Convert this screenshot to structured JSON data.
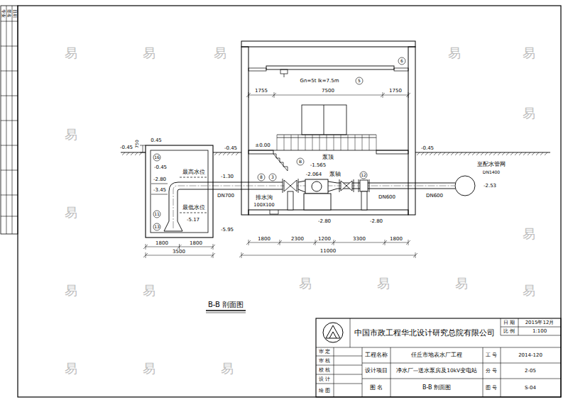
{
  "diagram": {
    "labels": [
      "专业",
      "签名",
      "日期",
      "Gn=5t lk=7.5m",
      "5",
      "6",
      "1755",
      "7500",
      "1750",
      "-0.45",
      "0.45",
      "750",
      "16",
      "-0.45",
      "最高水位",
      "-2.80",
      "-3.45",
      "最低水位",
      "11",
      "-5.17",
      "13",
      "-0.45",
      "±0.00",
      "-1.30",
      "DN700",
      "-5.95",
      "8",
      "3",
      "B",
      "泵顶",
      "-1.565",
      "-2.064",
      "泵轴",
      "12",
      "排水沟",
      "100X100",
      "-2.80",
      "-2.80",
      "DN600",
      "DN600",
      "-0.45",
      "至配水管网",
      "DN1400",
      "-2.53",
      "1800",
      "1800",
      "3500",
      "1800",
      "2300",
      "1200",
      "3300",
      "1800",
      "11000",
      "B-B 剖面图",
      "中国市政工程华北设计研究总院有限公司",
      "日 期",
      "2015年12月",
      "比 例",
      "1:100",
      "审 定",
      "审 核",
      "校 核",
      "设 计",
      "绘 图",
      "工程名称",
      "任丘市地表水厂工程",
      "设计项目",
      "净水厂—送水泵房及10kV变电站",
      "图 名",
      "B-B 剖面图",
      "工 号",
      "2014-120",
      "分 号",
      "2-05",
      "图 号",
      "S-04",
      "易",
      "易",
      "易",
      "易",
      "易",
      "易",
      "易",
      "易",
      "易",
      "易",
      "易",
      "易",
      "易",
      "易",
      "易",
      "易",
      "易",
      "易"
    ]
  }
}
